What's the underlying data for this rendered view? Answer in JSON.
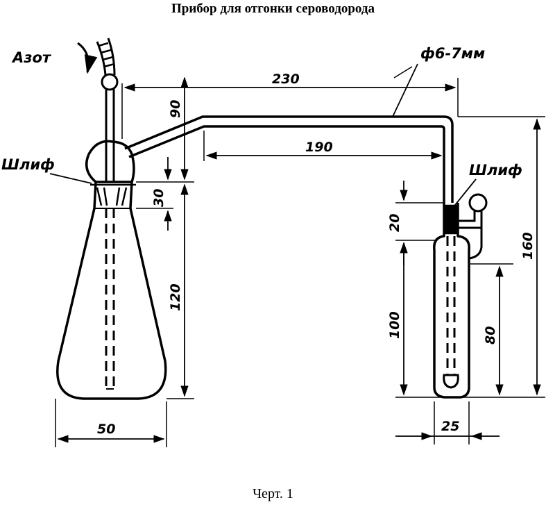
{
  "title": "Прибор для отгонки сероводорода",
  "caption": "Черт. 1",
  "labels": {
    "nitrogen": "Азот",
    "ground_joint_left": "Шлиф",
    "ground_joint_right": "Шлиф",
    "tube_diameter": "ф6-7мм"
  },
  "dimensions": {
    "d230": "230",
    "d190": "190",
    "d90": "90",
    "d30": "30",
    "d120": "120",
    "d50": "50",
    "d20": "20",
    "d100": "100",
    "d80": "80",
    "d160": "160",
    "d25": "25"
  }
}
